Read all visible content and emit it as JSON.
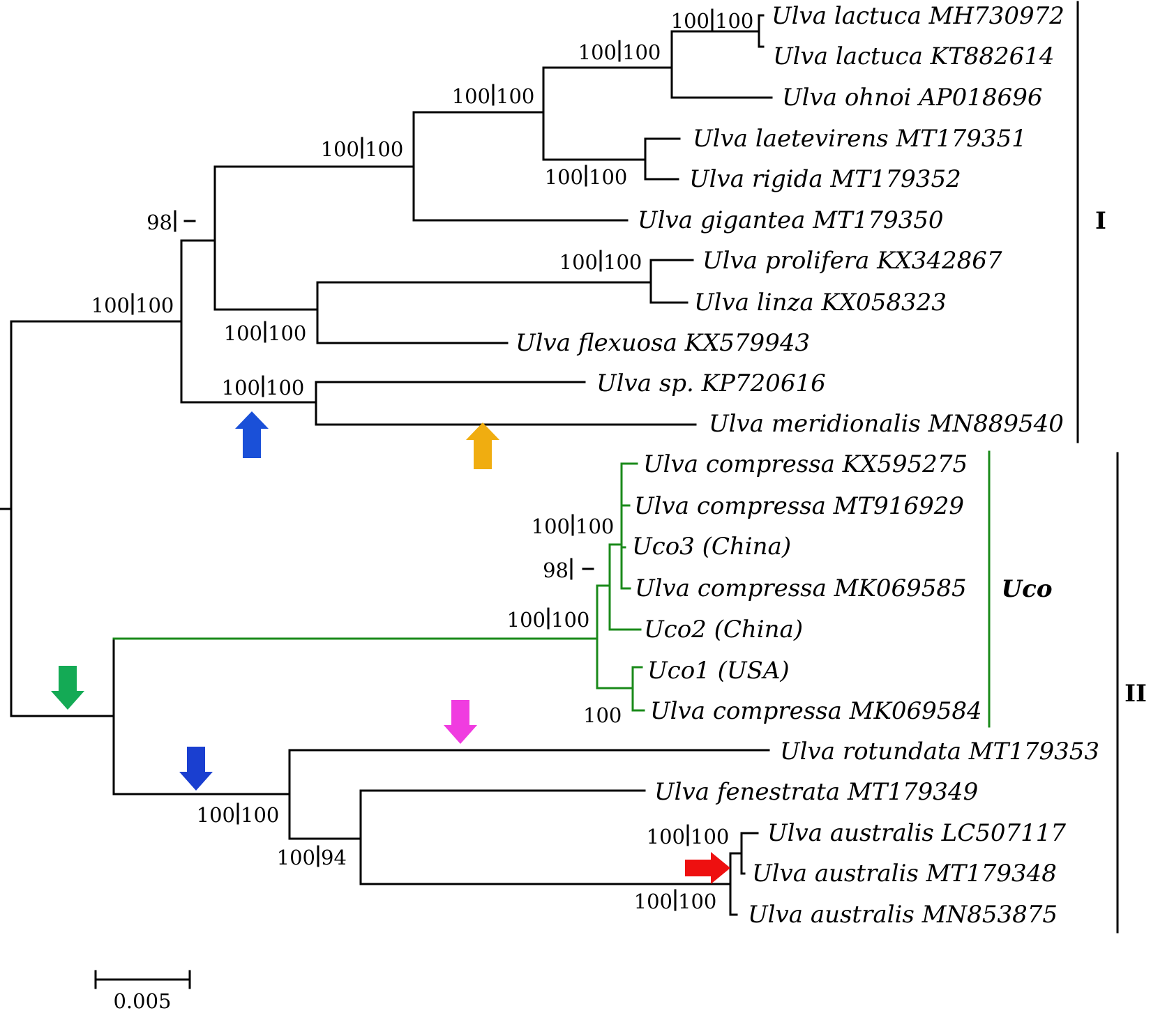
{
  "taxa": [
    "Ulva lactuca MH730972",
    "Ulva lactuca KT882614",
    "Ulva ohnoi AP018696",
    "Ulva laetevirens MT179351",
    "Ulva rigida MT179352",
    "Ulva gigantea MT179350",
    "Ulva prolifera KX342867",
    "Ulva linza KX058323",
    "Ulva flexuosa KX579943",
    "Ulva sp. KP720616",
    "Ulva meridionalis MN889540",
    "Ulva compressa KX595275",
    "Ulva compressa MT916929",
    "Uco3 (China)",
    "Ulva compressa MK069585",
    "Uco2 (China)",
    "Uco1 (USA)",
    "Ulva compressa MK069584",
    "Ulva rotundata MT179353",
    "Ulva fenestrata MT179349",
    "Ulva australis LC507117",
    "Ulva australis MT179348",
    "Ulva australis MN853875"
  ],
  "support_values": [
    {
      "left": "100",
      "right": "100"
    },
    {
      "left": "100",
      "right": "100"
    },
    {
      "left": "100",
      "right": "100"
    },
    {
      "left": "100",
      "right": "100"
    },
    {
      "left": "100",
      "right": "100"
    },
    {
      "left": "98",
      "right": "–"
    },
    {
      "left": "100",
      "right": "100"
    },
    {
      "left": "100",
      "right": "100"
    },
    {
      "left": "100",
      "right": "100"
    },
    {
      "left": "100",
      "right": "100"
    },
    {
      "left": "100",
      "right": "100"
    },
    {
      "left": "98",
      "right": "–"
    },
    {
      "left": "100",
      "right": "100"
    },
    {
      "left": "100",
      "right": ""
    },
    {
      "left": "100",
      "right": "100"
    },
    {
      "left": "100",
      "right": "94"
    },
    {
      "left": "100",
      "right": "100"
    },
    {
      "left": "100",
      "right": "100"
    }
  ],
  "clades": [
    {
      "label": "I"
    },
    {
      "label": "II"
    },
    {
      "label": "Uco"
    }
  ],
  "scale_bar": {
    "label": "0.005"
  },
  "colors": {
    "branch": "#000000",
    "uco_clade": "#1a8a1a",
    "arrows": [
      "#1a50d8",
      "#f0ad10",
      "#14aa55",
      "#1a3fd0",
      "#f03ce0",
      "#ee1010"
    ]
  }
}
